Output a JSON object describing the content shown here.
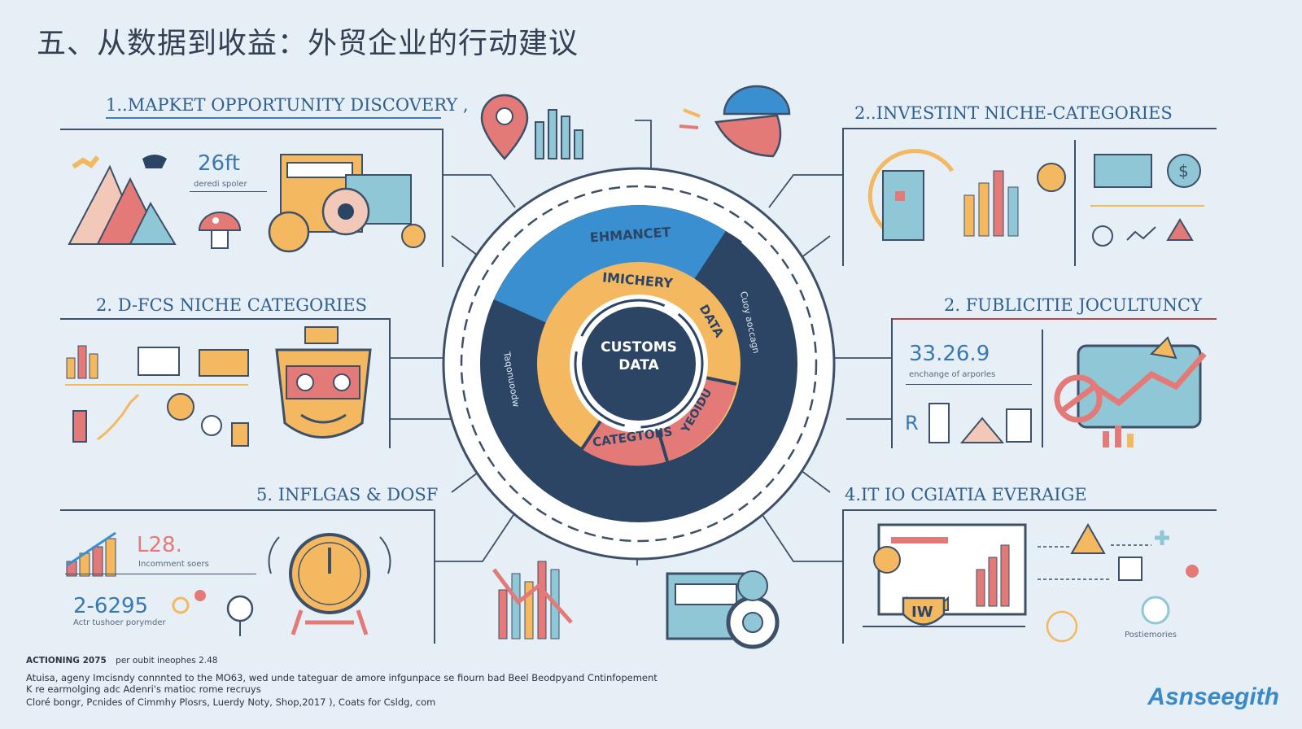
{
  "page": {
    "title": "五、从数据到收益：外贸企业的行动建议",
    "brand": "Asnseegith",
    "footer": {
      "line1_strong": "ACTIONING 2075",
      "line1_rest": "per oubit ineophes 2.48",
      "line2": "Atuisa, ageny Imcisndy connnted to the MO63, wed unde tateguar de amore infgunpace se fiourn bad Beel Beodpyand Cntinfopement",
      "line3": "K re earmolging adc Adenri's matioc rome recruys",
      "line4": "Cloré bongr, Pcnides of Cimmhy Plosrs, Luerdy Noty, Shop,2017 ), Coats for Csldg, com"
    }
  },
  "sections": {
    "s1": {
      "title": "1..MAPKET OPPORTUNITY DISCOVERY ,",
      "stat": "26ft",
      "stat_sub": "deredi spoler"
    },
    "s2": {
      "title": "2..INVESTINT NICHE-CATEGORIES"
    },
    "s3": {
      "title": "2. D-FCS NICHE CATEGORIES"
    },
    "s4": {
      "title": "2. FUBLICITIE JOCULTUNCY",
      "stat": "33.26.9",
      "stat_sub": "enchange of arporles"
    },
    "s5": {
      "title": "5. INFLGAS & DOSF",
      "stat1": "L28.",
      "stat1_sub": "Incomment soers",
      "stat2": "2-6295",
      "stat2_sub": "Actr tushoer porymder"
    },
    "s6": {
      "title": "4.IT IO CGIATIA EVERAIGE",
      "sub": "Postiemories",
      "badge": "IW"
    }
  },
  "center": {
    "core_line1": "CUSTOMS",
    "core_line2": "DATA",
    "outer_top": "EHMANCET",
    "inner_top": "IMICHERY",
    "inner_right": "DATA",
    "inner_bottom": "CATEGTOIIS",
    "inner_bottom_right": "YEOIDU",
    "outer_left": "Taqonuoodw",
    "outer_right": "Cuoy aoccagn"
  },
  "colors": {
    "navy": "#2d4565",
    "blue": "#3a8fd0",
    "orange": "#f4b860",
    "red": "#e37a78",
    "line": "#3e5068",
    "background": "#e6eef6"
  }
}
